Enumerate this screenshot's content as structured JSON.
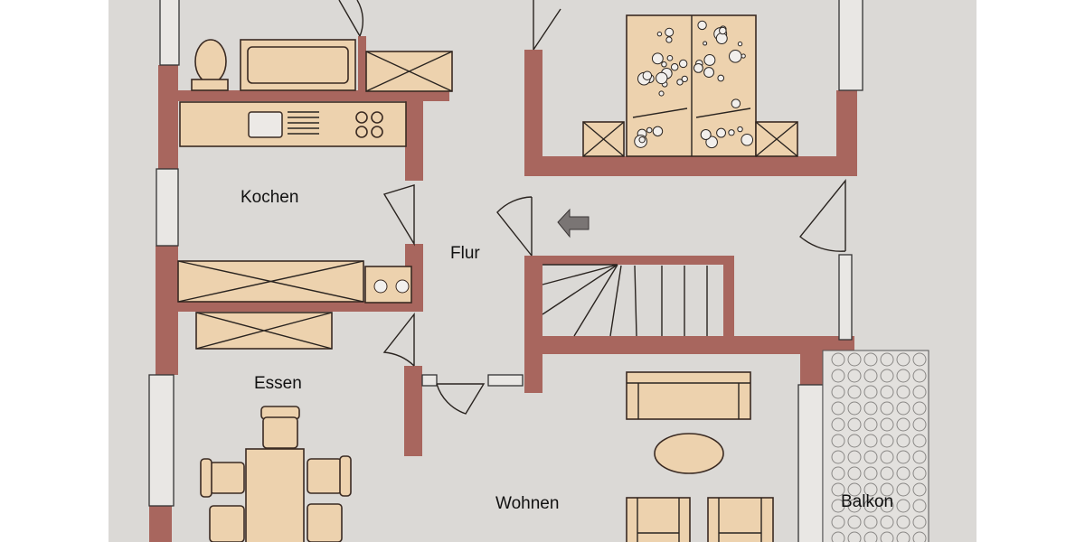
{
  "rooms": {
    "kitchen": "Kochen",
    "hallway": "Flur",
    "dining": "Essen",
    "living": "Wohnen",
    "balcony": "Balkon"
  },
  "colors": {
    "wall": "#a8665e",
    "furniture": "#edd2ae",
    "floor": "#dbd9d6",
    "margin": "#ffffff"
  }
}
